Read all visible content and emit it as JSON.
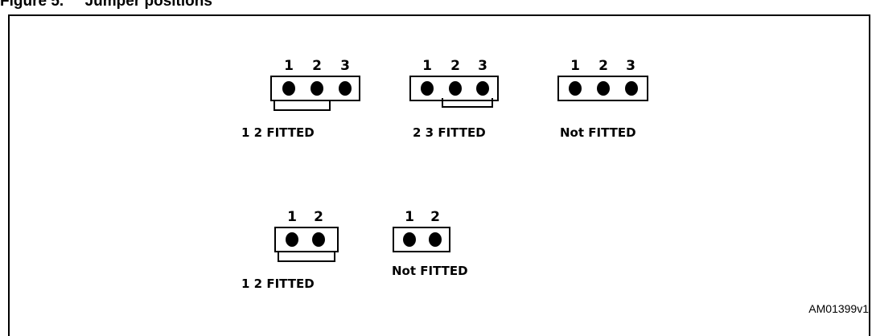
{
  "figure": {
    "caption": "Figure 5.     Jumper positions",
    "id": "AM01399v1"
  },
  "jumpers": [
    {
      "pins": [
        "1",
        "2",
        "3"
      ],
      "link": [
        1,
        2
      ],
      "label": "1 2 FITTED"
    },
    {
      "pins": [
        "1",
        "2",
        "3"
      ],
      "link": [
        2,
        3
      ],
      "label": "2 3 FITTED"
    },
    {
      "pins": [
        "1",
        "2",
        "3"
      ],
      "link": null,
      "label": "Not FITTED"
    },
    {
      "pins": [
        "1",
        "2"
      ],
      "link": [
        1,
        2
      ],
      "label": "1 2 FITTED"
    },
    {
      "pins": [
        "1",
        "2"
      ],
      "link": null,
      "label": "Not FITTED"
    }
  ]
}
